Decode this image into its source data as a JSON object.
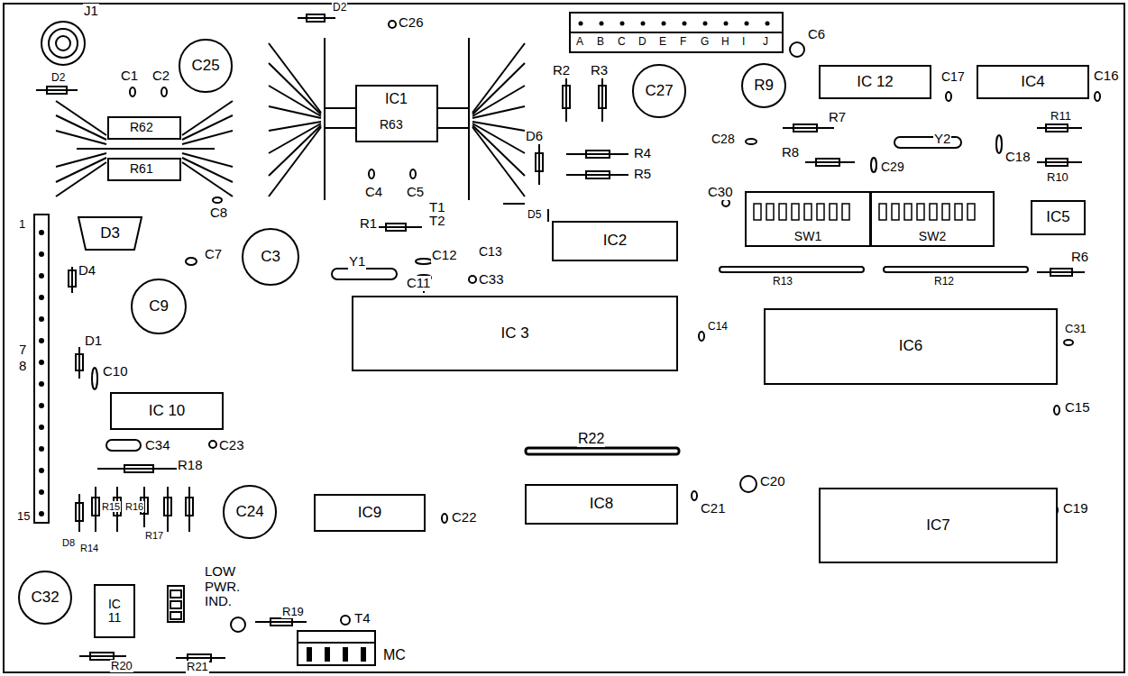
{
  "diagram": {
    "nodes": [
      {
        "text": [
          "C25"
        ]
      },
      {
        "text": [
          "C27"
        ]
      },
      {
        "text": [
          "R9"
        ]
      },
      {
        "text": [
          "IC 12"
        ]
      },
      {
        "text": [
          "IC4"
        ]
      },
      {
        "text": [
          "D3"
        ]
      },
      {
        "text": [
          "SW1"
        ]
      },
      {
        "text": [
          "SW2"
        ]
      },
      {
        "text": [
          "IC5"
        ]
      },
      {
        "text": [
          "C3"
        ]
      },
      {
        "text": [
          "IC2"
        ]
      },
      {
        "text": [
          "C9"
        ]
      },
      {
        "text": [
          "IC 3"
        ]
      },
      {
        "text": [
          "IC6"
        ]
      },
      {
        "text": [
          "IC 10"
        ]
      },
      {
        "text": [
          "C24"
        ]
      },
      {
        "text": [
          "IC9"
        ]
      },
      {
        "text": [
          "IC8"
        ]
      },
      {
        "text": [
          "IC7"
        ]
      },
      {
        "text": [
          "C32"
        ]
      },
      {
        "text": [
          "IC 11"
        ]
      }
    ],
    "labels": [
      "J1",
      "D2",
      "C1",
      "C2",
      "R62",
      "R61",
      "D2",
      "C26",
      "IC1",
      "R63",
      "C4",
      "C5",
      "C8",
      "T1",
      "T2",
      "R1",
      "R2",
      "R3",
      "D6",
      "R4",
      "R5",
      "D5",
      "C6",
      "C28",
      "R7",
      "R8",
      "C29",
      "Y2",
      "C18",
      "R11",
      "R10",
      "C17",
      "C16",
      "C30",
      "C13",
      "C7",
      "C12",
      "Y1",
      "C11",
      "C33",
      "R13",
      "R12",
      "R6",
      "D4",
      "C14",
      "C31",
      "C15",
      "1",
      "7",
      "8",
      "15",
      "D1",
      "C10",
      "C34",
      "C23",
      "R18",
      "R22",
      "C20",
      "C21",
      "C22",
      "C19",
      "D8",
      "R14",
      "R15",
      "R16",
      "R17",
      "LOW PWR. IND.",
      "R19",
      "T4",
      "MC",
      "R20",
      "R21",
      "A",
      "B",
      "C",
      "D",
      "E",
      "F",
      "G",
      "H",
      "I",
      "J"
    ]
  }
}
